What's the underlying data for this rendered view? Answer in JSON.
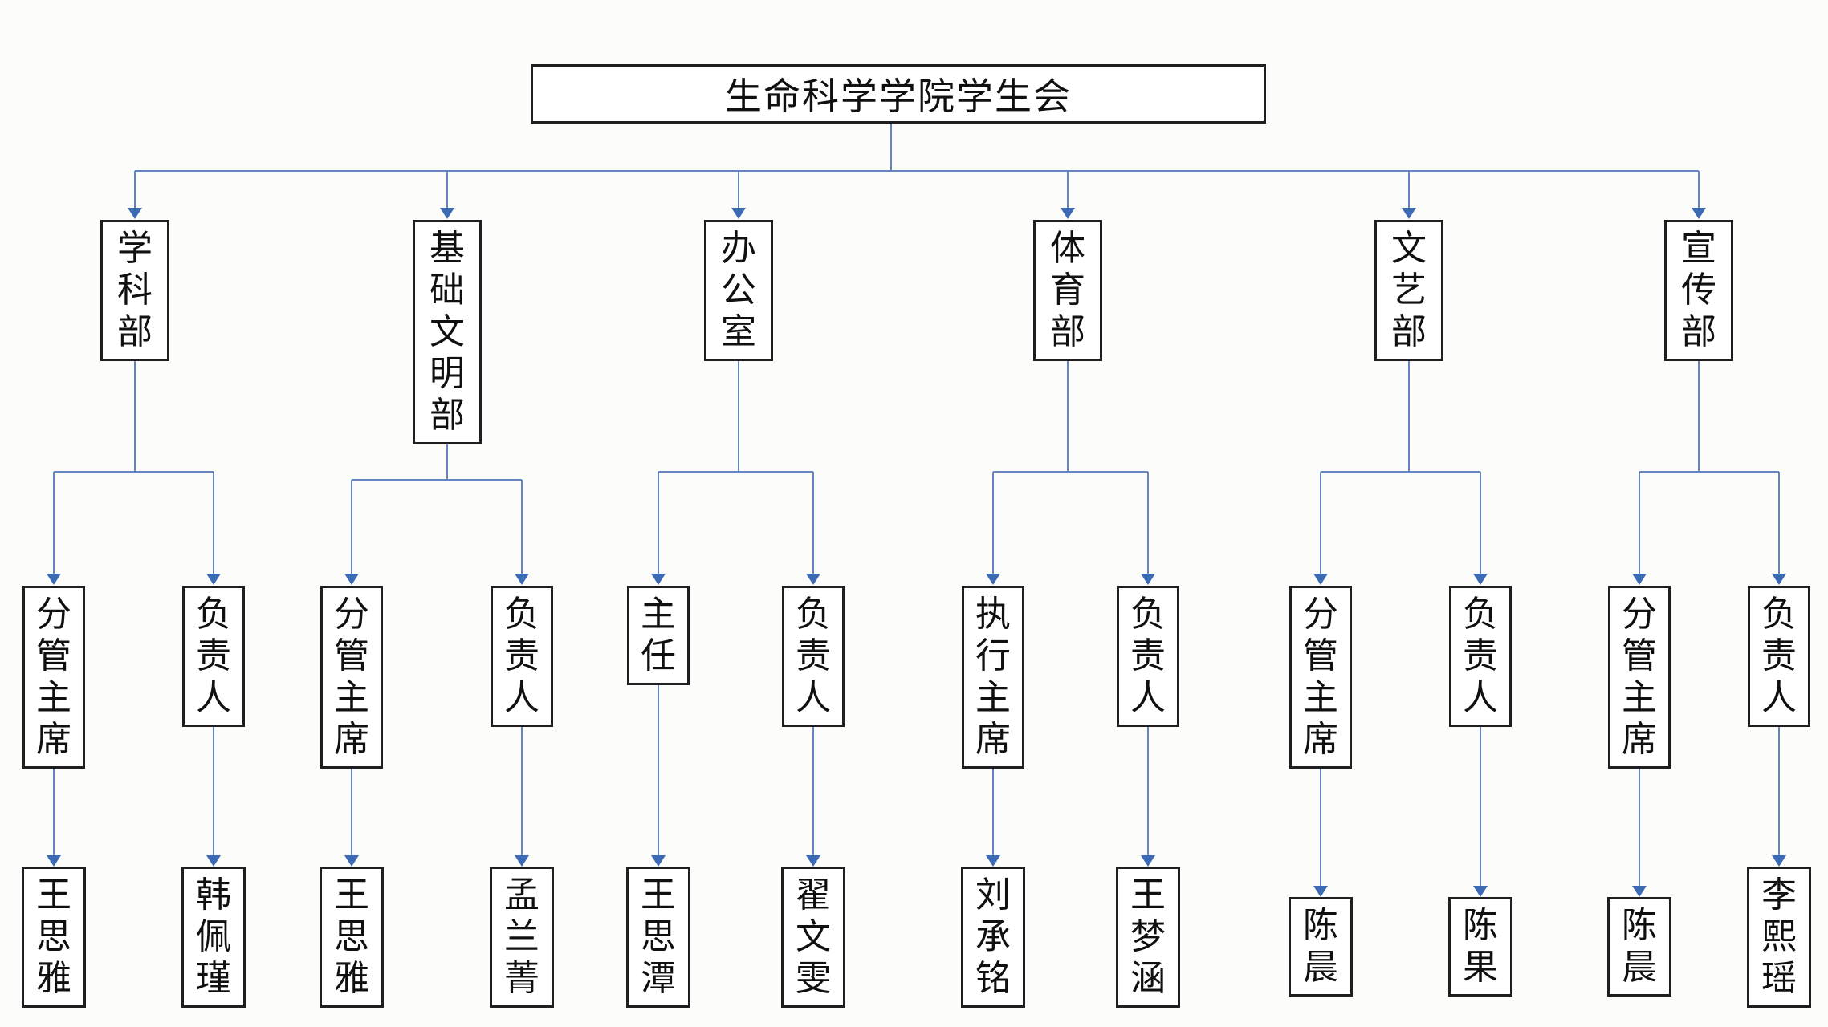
{
  "chart": {
    "type": "organization-chart",
    "title": "生命科学学院学生会",
    "departments": [
      {
        "name": "学科部",
        "children": [
          {
            "role": "分管主席",
            "person": "王思雅"
          },
          {
            "role": "负责人",
            "person": "韩佩瑾"
          }
        ]
      },
      {
        "name": "基础文明部",
        "children": [
          {
            "role": "分管主席",
            "person": "王思雅"
          },
          {
            "role": "负责人",
            "person": "孟兰菁"
          }
        ]
      },
      {
        "name": "办公室",
        "children": [
          {
            "role": "主任",
            "person": "王思潭"
          },
          {
            "role": "负责人",
            "person": "翟文雯"
          }
        ]
      },
      {
        "name": "体育部",
        "children": [
          {
            "role": "执行主席",
            "person": "刘承铭"
          },
          {
            "role": "负责人",
            "person": "王梦涵"
          }
        ]
      },
      {
        "name": "文艺部",
        "children": [
          {
            "role": "分管主席",
            "person": "陈晨"
          },
          {
            "role": "负责人",
            "person": "陈果"
          }
        ]
      },
      {
        "name": "宣传部",
        "children": [
          {
            "role": "分管主席",
            "person": "陈晨"
          },
          {
            "role": "负责人",
            "person": "李熙瑶"
          }
        ]
      }
    ],
    "colors": {
      "background": "#fcfcfb",
      "box_fill": "#ffffff",
      "box_border": "#1f1f1f",
      "text": "#101010",
      "connector_line": "#6585c1",
      "arrowhead": "#3c6ab5"
    }
  }
}
